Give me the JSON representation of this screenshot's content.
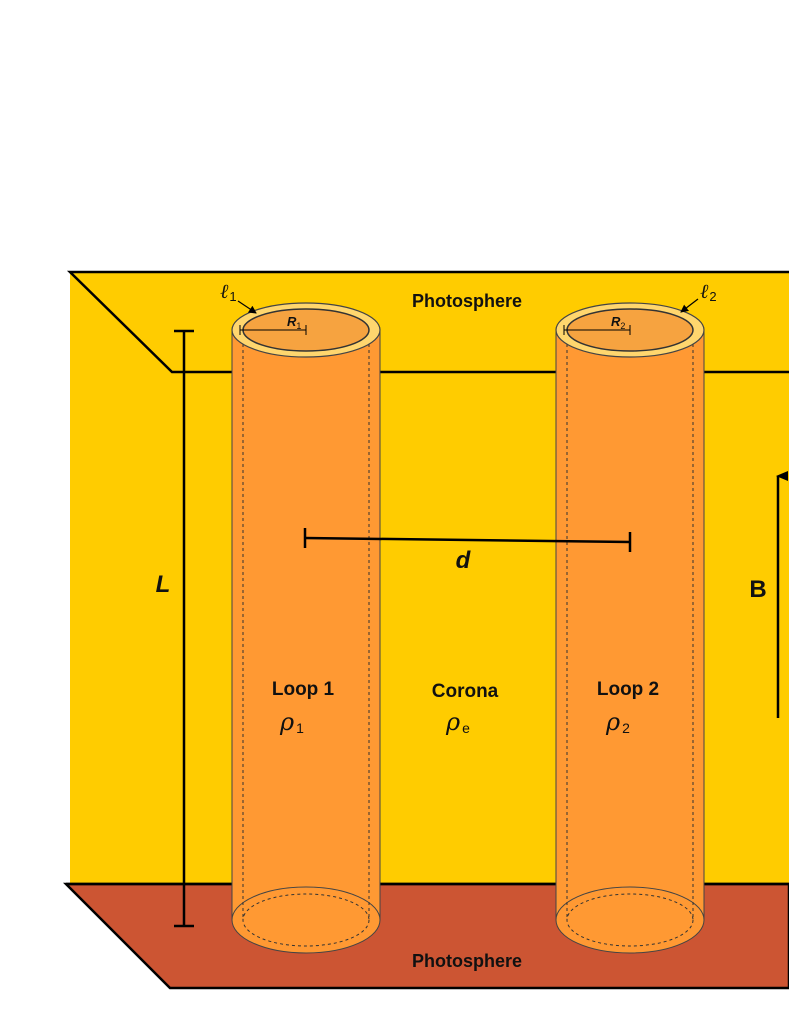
{
  "colors": {
    "corona": "#FFCC00",
    "loop": "#FF9933",
    "loop_top": "#F6A340",
    "rim": "#FFD66E",
    "photosphere_bottom": "#CC5533",
    "line": "#000000"
  },
  "labels": {
    "photosphere_top": "Photosphere",
    "photosphere_bottom": "Photosphere",
    "corona": "Corona",
    "corona_density_symbol": "ρ",
    "corona_density_subscript": "e",
    "loop1_name": "Loop 1",
    "loop1_density_symbol": "ρ",
    "loop1_density_subscript": "1",
    "loop2_name": "Loop 2",
    "loop2_density_symbol": "ρ",
    "loop2_density_subscript": "2",
    "length": "L",
    "separation": "d",
    "field": "B",
    "loop1_radius": "R",
    "loop1_radius_subscript": "1",
    "loop2_radius": "R",
    "loop2_radius_subscript": "2",
    "loop1_boundary": "ℓ",
    "loop1_boundary_subscript": "1",
    "loop2_boundary": "ℓ",
    "loop2_boundary_subscript": "2"
  }
}
